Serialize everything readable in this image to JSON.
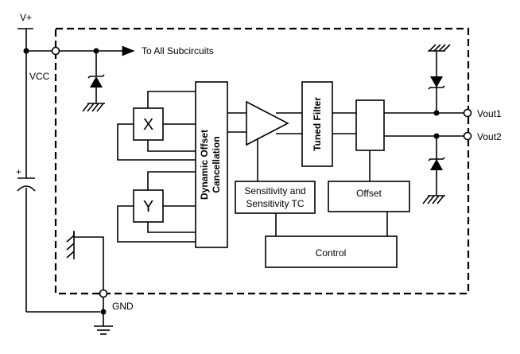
{
  "labels": {
    "v_plus": "V+",
    "vcc": "VCC",
    "gnd": "GND",
    "to_all_subcircuits": "To All Subcircuits",
    "vout1": "Vout1",
    "vout2": "Vout2",
    "cap_plus": "+"
  },
  "blocks": {
    "sensor_x": "X",
    "sensor_y": "Y",
    "dynamic_offset_line1": "Dynamic Offset",
    "dynamic_offset_line2": "Cancellation",
    "tuned_filter": "Tuned Filter",
    "sensitivity_line1": "Sensitivity and",
    "sensitivity_line2": "Sensitivity TC",
    "offset": "Offset",
    "control": "Control"
  }
}
